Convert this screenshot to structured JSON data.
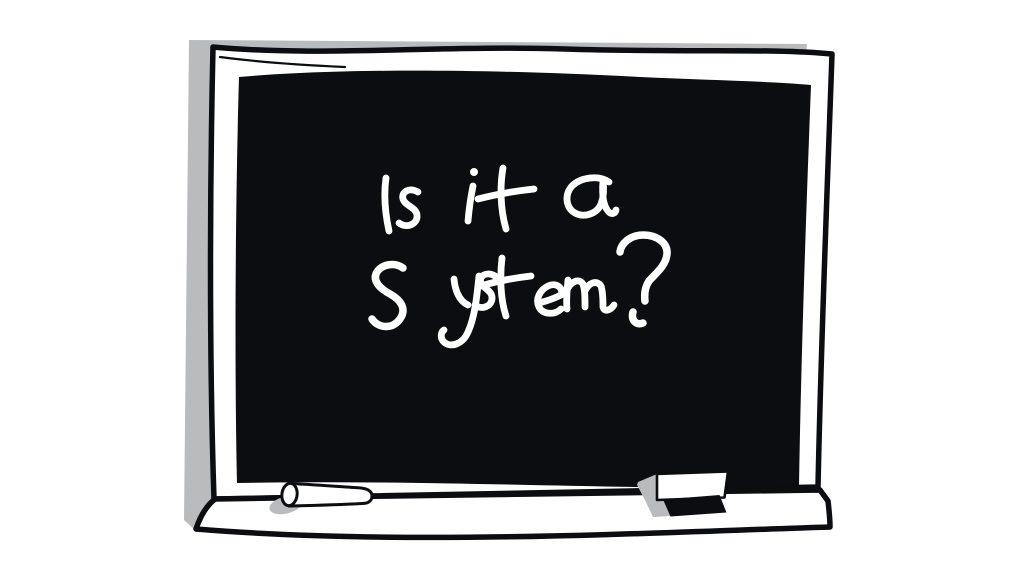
{
  "board": {
    "text_line1": "Is it a",
    "text_line2": "System?",
    "full_text": "Is it a System?"
  },
  "objects": {
    "chalk": "chalk-stick",
    "eraser": "board-eraser"
  },
  "colors": {
    "background": "#ffffff",
    "ink": "#0c0d10",
    "surface": "#0c0d10",
    "frame": "#ffffff",
    "shadow": "#b9bbbd",
    "chalk": "#ffffff",
    "text": "#ffffff"
  }
}
